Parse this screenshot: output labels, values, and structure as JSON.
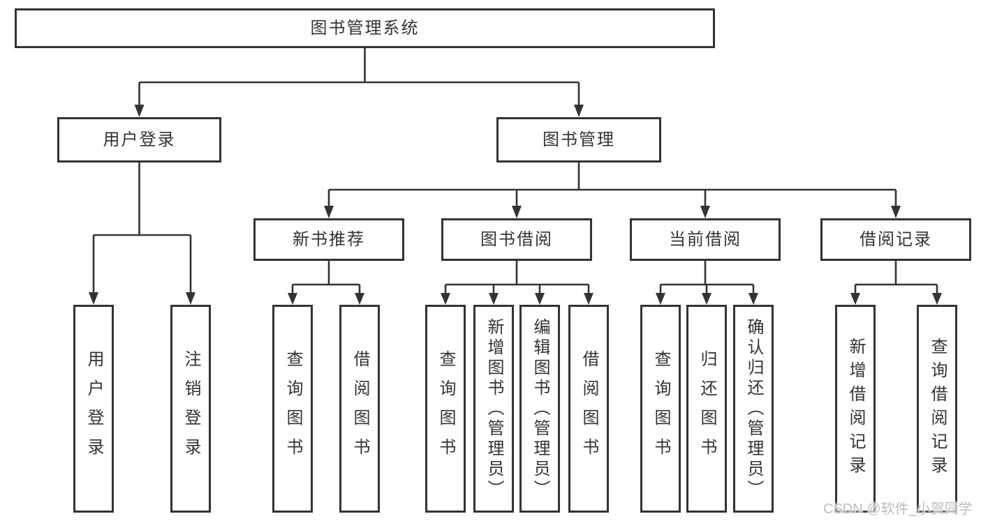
{
  "tree": {
    "root": "图书管理系统",
    "level2": [
      {
        "label": "用户登录",
        "children": [
          "用户登录",
          "注销登录"
        ]
      },
      {
        "label": "图书管理",
        "children": [
          {
            "label": "新书推荐",
            "children": [
              "查询图书",
              "借阅图书"
            ]
          },
          {
            "label": "图书借阅",
            "children": [
              "查询图书",
              "新增图书（管理员）",
              "编辑图书（管理员）",
              "借阅图书"
            ]
          },
          {
            "label": "当前借阅",
            "children": [
              "查询图书",
              "归还图书",
              "确认归还（管理员）"
            ]
          },
          {
            "label": "借阅记录",
            "children": [
              "新增借阅记录",
              "查询借阅记录"
            ]
          }
        ]
      }
    ]
  },
  "watermark": "CSDN @软件_小贺同学",
  "colors": {
    "line": "#333333",
    "box_border": "#333333",
    "text": "#333333",
    "watermark": "#bdbdbd",
    "background": "#ffffff"
  }
}
